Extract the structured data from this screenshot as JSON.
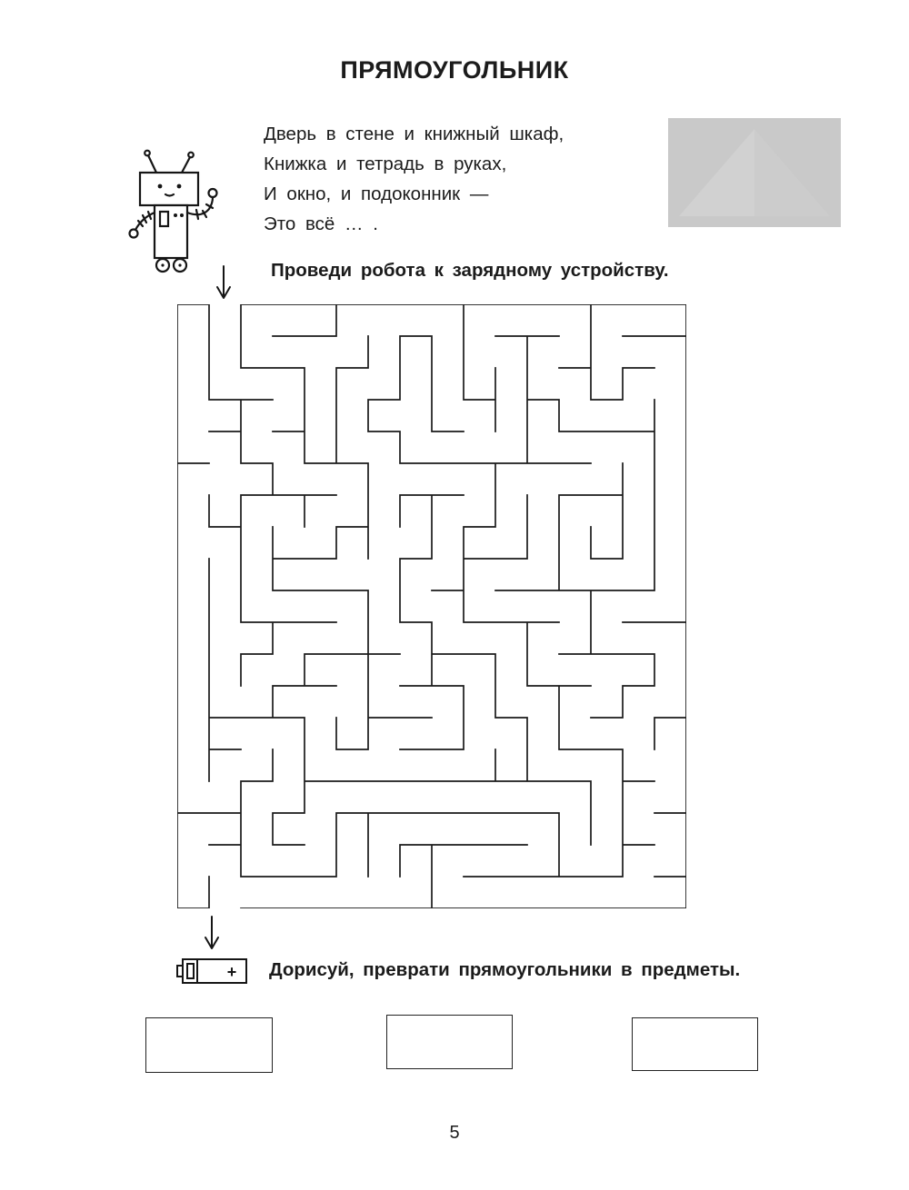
{
  "page": {
    "title": "ПРЯМОУГОЛЬНИК",
    "page_number": "5"
  },
  "poem": {
    "lines": [
      "Дверь в стене и книжный шкаф,",
      "Книжка и тетрадь в руках,",
      "И окно, и подоконник —",
      "Это всё … ."
    ]
  },
  "tasks": {
    "maze_instruction": "Проведи робота к зарядному устройству.",
    "draw_instruction": "Дорисуй, преврати прямоугольники в предметы."
  },
  "battery": {
    "plus_label": "+"
  },
  "colors": {
    "ink": "#1b1b1b",
    "placeholder_gray": "#c9c9c9"
  }
}
